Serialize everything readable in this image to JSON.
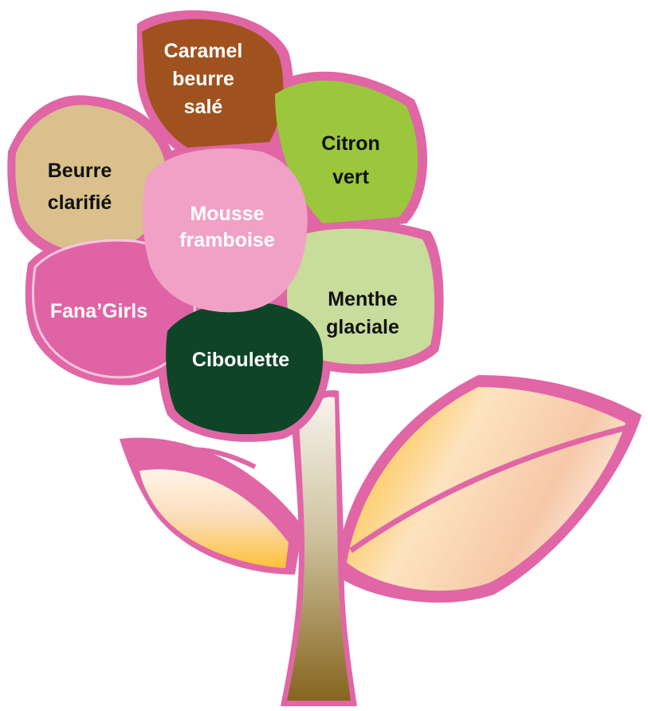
{
  "colors": {
    "outline": "#e066a6",
    "caramel": "#a0521e",
    "citron": "#9ac73c",
    "beurre": "#d9c08c",
    "mousse": "#f1a1c6",
    "fana": "#e064a5",
    "menthe": "#c8dc9b",
    "ciboulette": "#0d4526",
    "leaf_gold": "#fcc23a",
    "leaf_cream": "#fdf3ec",
    "stem_top": "#f6f2ea",
    "stem_bottom": "#8a6a22"
  },
  "petals": {
    "caramel": {
      "line1": "Caramel",
      "line2": "beurre",
      "line3": "salé",
      "text_color": "#ffffff"
    },
    "citron": {
      "line1": "Citron",
      "line2": "vert",
      "text_color": "#111111"
    },
    "beurre": {
      "line1": "Beurre",
      "line2": "clarifié",
      "text_color": "#111111"
    },
    "mousse": {
      "line1": "Mousse",
      "line2": "framboise",
      "text_color": "#ffffff"
    },
    "fana": {
      "line1": "Fana’Girls",
      "text_color": "#ffffff"
    },
    "menthe": {
      "line1": "Menthe",
      "line2": "glaciale",
      "text_color": "#111111"
    },
    "ciboulette": {
      "line1": "Ciboulette",
      "text_color": "#ffffff"
    }
  }
}
